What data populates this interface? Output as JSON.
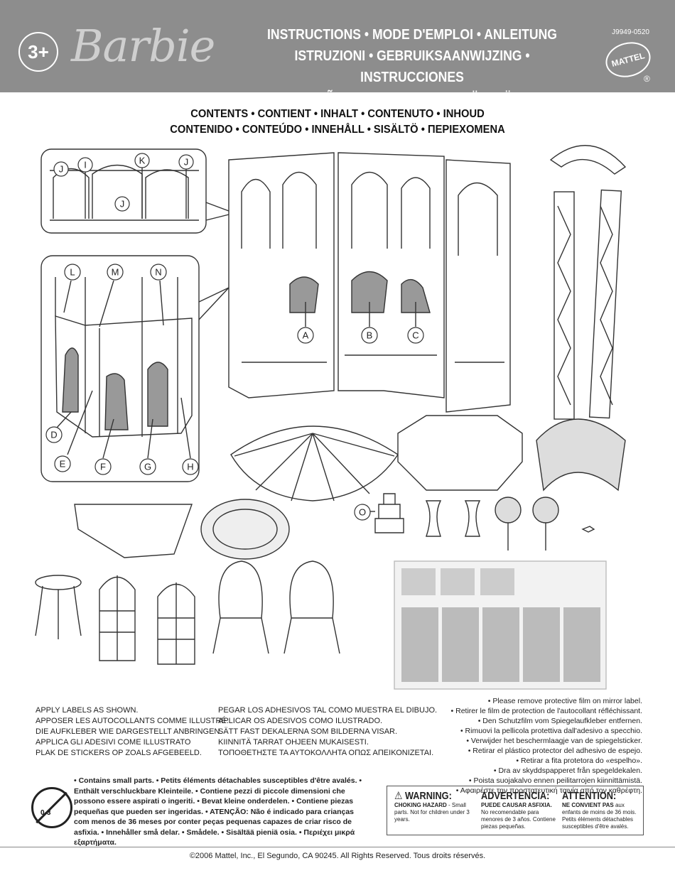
{
  "header": {
    "age": "3+",
    "brand": "Barbie",
    "title_lines": [
      "INSTRUCTIONS • MODE D'EMPLOI • ANLEITUNG",
      "ISTRUZIONI • GEBRUIKSAANWIJZING • INSTRUCCIONES",
      "INSTRUÇÕES • ANVISNINGAR • KÄYTTÖOHJE • ΟΔΗΓΙΕΣ"
    ],
    "code": "J9949-0520",
    "maker": "MATTEL",
    "reg": "®"
  },
  "contents": {
    "line1": "CONTENTS • CONTIENT • INHALT • CONTENUTO • INHOUD",
    "line2": "CONTENIDO • CONTEÚDO • INNEHÅLL • SISÄLTÖ • ΠΕΡΙΕΧΟΜΕΝΑ"
  },
  "part_labels": [
    "A",
    "B",
    "C",
    "D",
    "E",
    "F",
    "G",
    "H",
    "I",
    "J",
    "K",
    "L",
    "M",
    "N",
    "O"
  ],
  "apply_labels": {
    "col1": [
      "APPLY LABELS AS SHOWN.",
      "APPOSER LES AUTOCOLLANTS COMME ILLUSTRÉ.",
      "DIE AUFKLEBER WIE DARGESTELLT ANBRINGEN.",
      "APPLICA GLI ADESIVI COME ILLUSTRATO",
      "PLAK DE STICKERS OP ZOALS AFGEBEELD."
    ],
    "col2": [
      "PEGAR LOS ADHESIVOS TAL COMO MUESTRA EL DIBUJO.",
      "APLICAR OS ADESIVOS COMO ILUSTRADO.",
      "SÄTT FAST DEKALERNA SOM BILDERNA VISAR.",
      "KIINNITÄ TARRAT OHJEEN MUKAISESTI.",
      "ΤΟΠΟΘΕΤΗΣΤΕ ΤΑ ΑΥΤΟΚΟΛΛΗΤΑ ΟΠΩΣ ΑΠΕΙΚΟΝΙΖΕΤΑΙ."
    ]
  },
  "mirror_notes": [
    "• Please remove protective film on mirror label.",
    "• Retirer le film de protection de l'autocollant réfléchissant.",
    "• Den Schutzfilm vom Spiegelaufkleber entfernen.",
    "• Rimuovi la pellicola protettiva dall'adesivo a specchio.",
    "• Verwijder het beschermlaagje van de spiegelsticker.",
    "• Retirar el plástico protector del adhesivo de espejo.",
    "• Retirar a fita protetora do «espelho».",
    "• Dra av skyddspapperet från spegeldekalen.",
    "• Poista suojakalvo ennen peilitarrojen kiinnittämistä.",
    "• Αφαιρέστε την προστατευτική ταινία από τον καθρέφτη."
  ],
  "small_parts": {
    "icon_label": "0-3",
    "text": "• Contains small parts. • Petits éléments détachables susceptibles d'être avalés. • Enthält verschluckbare Kleinteile. • Contiene pezzi di piccole dimensioni che possono essere aspirati o ingeriti. • Bevat kleine onderdelen. • Contiene piezas pequeñas que pueden ser ingeridas. • ATENÇÃO: Não é indicado para crianças com menos de 36 meses por conter peças pequenas capazes de criar risco de asfixia. • Innehåller små delar. • Smådele. • Sisältää pieniä osia. • Περιέχει μικρά εξαρτήματα."
  },
  "warnings": {
    "en": {
      "head": "⚠ WARNING:",
      "bold": "CHOKING HAZARD",
      "text": " - Small parts. Not for children under 3 years."
    },
    "es": {
      "head": "ADVERTENCIA:",
      "bold": "PUEDE CAUSAR ASFIXIA.",
      "text": " No recomendable para menores de 3 años. Contiene piezas pequeñas."
    },
    "fr": {
      "head": "ATTENTION:",
      "bold": "NE CONVIENT PAS",
      "text": " aux enfants de moins de 36 mois. Petits éléments détachables susceptibles d'être avalés."
    }
  },
  "footer": "©2006 Mattel, Inc., El Segundo, CA 90245. All Rights Reserved. Tous droits réservés."
}
